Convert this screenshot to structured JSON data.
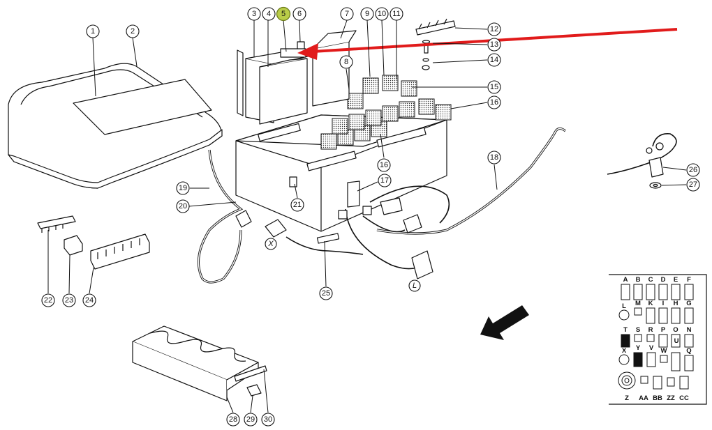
{
  "callouts": [
    "1",
    "2",
    "3",
    "4",
    "5",
    "6",
    "7",
    "8",
    "9",
    "10",
    "11",
    "12",
    "13",
    "14",
    "15",
    "16",
    "16",
    "17",
    "18",
    "19",
    "20",
    "21",
    "22",
    "23",
    "24",
    "25",
    "26",
    "27",
    "28",
    "29",
    "30"
  ],
  "highlighted_callout": "5",
  "connector_labels": [
    "X",
    "L"
  ],
  "legend": {
    "row1": [
      "A",
      "B",
      "C",
      "D",
      "E",
      "F"
    ],
    "row2": [
      "L",
      "M",
      "K",
      "I",
      "H",
      "G"
    ],
    "row3": [
      "T",
      "S",
      "R",
      "P",
      "O",
      "N"
    ],
    "row4": [
      "X",
      "Y",
      "V",
      "W",
      "U",
      "Q"
    ],
    "row5": [
      "Z",
      "AA",
      "BB",
      "ZZ",
      "CC"
    ]
  },
  "colors": {
    "arrow": "#e11b1b",
    "highlight": "#b9cc48",
    "ink": "#111111"
  }
}
